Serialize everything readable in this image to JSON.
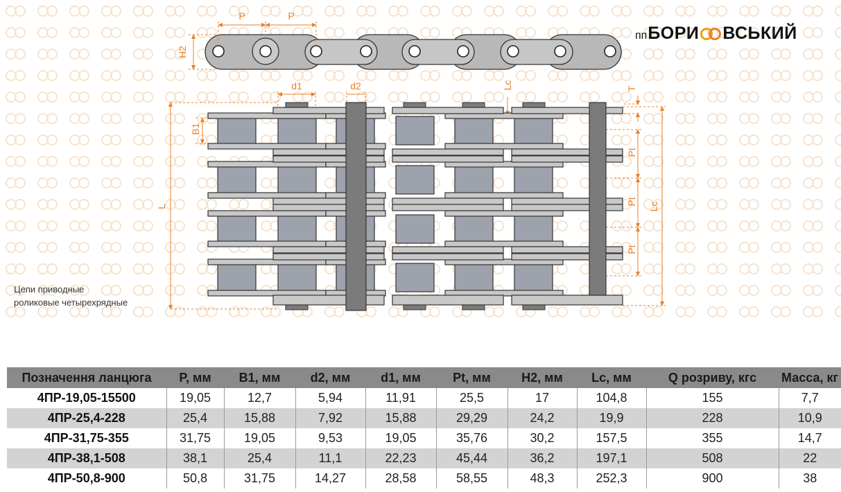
{
  "logo": {
    "prefix": "пп",
    "part1": "БОРИ",
    "part2": "ВСЬКИЙ"
  },
  "caption": {
    "line1": "Цепи приводные",
    "line2": "роликовые четырехрядные"
  },
  "dimensions": {
    "P": "P",
    "H2": "H2",
    "d1": "d1",
    "d2": "d2",
    "Lc": "Lc",
    "T": "T",
    "B1": "B1",
    "L": "L",
    "Pt": "Pt"
  },
  "colors": {
    "accent": "#e8802a",
    "plate": "#b4b4b4",
    "roller": "#9da2ad",
    "pin": "#7b7b7b",
    "header": "#8a8a8a",
    "row_shade": "#d3d3d3"
  },
  "table": {
    "headers": [
      "Позначення ланцюга",
      "P, мм",
      "B1, мм",
      "d2, мм",
      "d1, мм",
      "Pt, мм",
      "H2, мм",
      "Lc, мм",
      "Q розриву, кгс",
      "Масса, кг"
    ],
    "rows": [
      [
        "4ПР-19,05-15500",
        "19,05",
        "12,7",
        "5,94",
        "11,91",
        "25,5",
        "17",
        "104,8",
        "155",
        "7,7"
      ],
      [
        "4ПР-25,4-228",
        "25,4",
        "15,88",
        "7,92",
        "15,88",
        "29,29",
        "24,2",
        "19,9",
        "228",
        "10,9"
      ],
      [
        "4ПР-31,75-355",
        "31,75",
        "19,05",
        "9,53",
        "19,05",
        "35,76",
        "30,2",
        "157,5",
        "355",
        "14,7"
      ],
      [
        "4ПР-38,1-508",
        "38,1",
        "25,4",
        "11,1",
        "22,23",
        "45,44",
        "36,2",
        "197,1",
        "508",
        "22"
      ],
      [
        "4ПР-50,8-900",
        "50,8",
        "31,75",
        "14,27",
        "28,58",
        "58,55",
        "48,3",
        "252,3",
        "900",
        "38"
      ]
    ]
  }
}
